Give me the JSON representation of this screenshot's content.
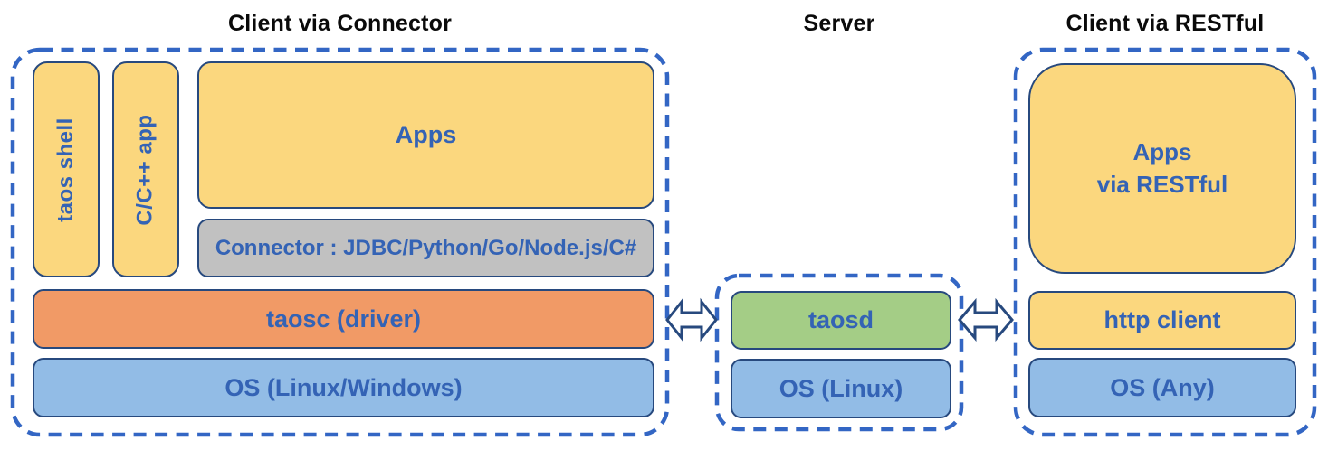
{
  "titles": {
    "connector_section": "Client via Connector",
    "server_section": "Server",
    "restful_section": "Client via RESTful"
  },
  "connector_section": {
    "taos_shell": "taos shell",
    "cpp_app": "C/C++ app",
    "apps": "Apps",
    "connector": "Connector : JDBC/Python/Go/Node.js/C#",
    "taosc": "taosc (driver)",
    "os": "OS (Linux/Windows)"
  },
  "server_section": {
    "taosd": "taosd",
    "os": "OS (Linux)"
  },
  "restful_section": {
    "apps_line1": "Apps",
    "apps_line2": "via RESTful",
    "http_client": "http client",
    "os": "OS (Any)"
  },
  "icons": {
    "left_link": "double-headed-arrow",
    "right_link": "double-headed-arrow"
  },
  "colors": {
    "yellow": "#fbd77e",
    "gray": "#c1c1c1",
    "orange": "#f19a66",
    "blue": "#92bce6",
    "green": "#a4cd86",
    "box_border": "#27497e",
    "dashed_blue": "#3366c4",
    "label_blue": "#3463b5",
    "title_text": "#0a0a0a"
  }
}
